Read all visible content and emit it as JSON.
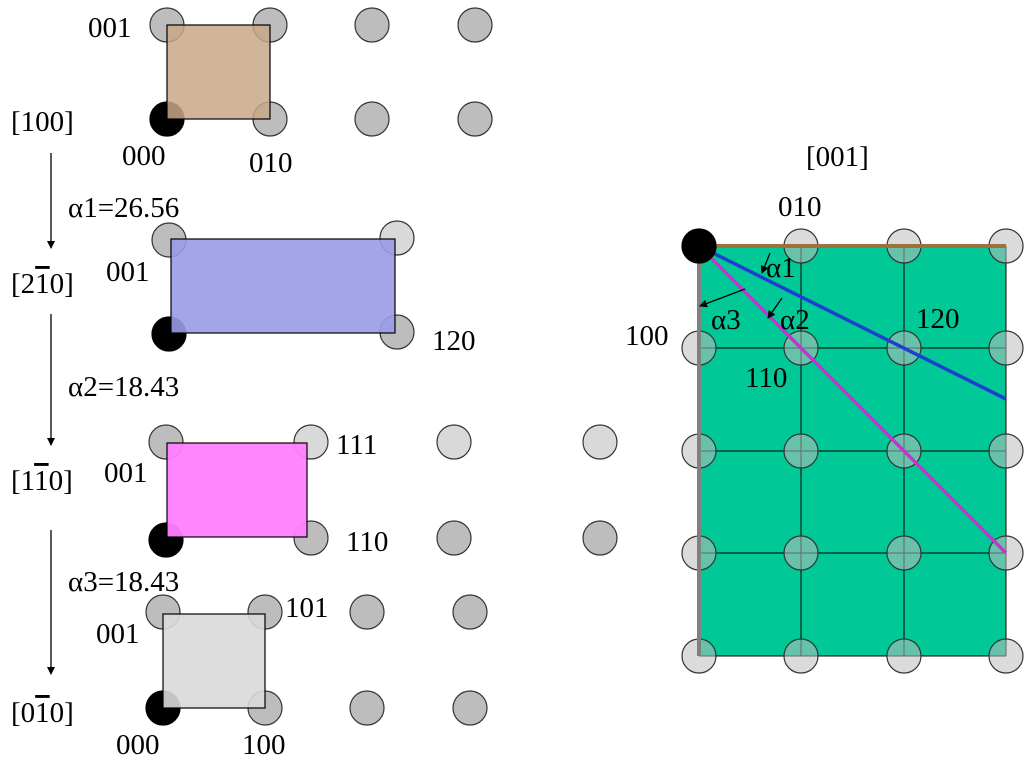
{
  "diagram": {
    "colors": {
      "atom_gray": "#bdbdbd",
      "atom_light": "#d9d9d9",
      "atom_origin": "#000000",
      "cell_1": "#c9a88a",
      "cell_2": "#9a9ae6",
      "cell_3": "#ff80ff",
      "cell_4": "#d9d9d9",
      "panel_fill": "#00c896",
      "line_alpha1": "#1f3fd1",
      "line_alpha2": "#c832d2",
      "top_edge": "#a0703c",
      "left_edge": "#808080"
    },
    "left": {
      "directions": [
        {
          "prefix": "[",
          "d1": "1",
          "d2": "0",
          "d3": "0",
          "suffix": "]"
        },
        {
          "prefix": "[",
          "d1": "2",
          "d2": "1",
          "d3": "0",
          "suffix": "]"
        },
        {
          "prefix": "[",
          "d1": "1",
          "d2": "1",
          "d3": "0",
          "suffix": "]"
        },
        {
          "prefix": "[",
          "d1": "0",
          "d2": "1",
          "d3": "0",
          "suffix": "]"
        }
      ],
      "rotations": [
        "α1=26.56",
        "α2=18.43",
        "α3=18.43"
      ],
      "cells": [
        {
          "top_left": "001",
          "bottom_left": "000",
          "bottom_right": "010"
        },
        {
          "top_left": "001",
          "bottom_right": "120"
        },
        {
          "top_left": "001",
          "top_right": "111",
          "bottom_right": "110"
        },
        {
          "top_left": "001",
          "top_right": "101",
          "bottom_left": "000",
          "bottom_right": "100"
        }
      ]
    },
    "right": {
      "direction": "[001]",
      "labels": {
        "p010": "010",
        "p100": "100",
        "p120": "120",
        "p110": "110",
        "a1": "α1",
        "a2": "α2",
        "a3": "α3"
      }
    }
  }
}
